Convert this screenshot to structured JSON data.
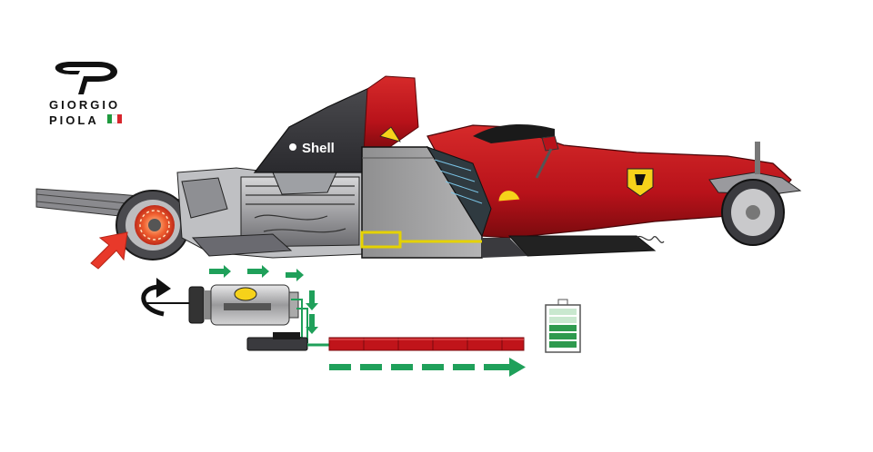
{
  "logo": {
    "line1": "GIORGIO",
    "line2": "PIOLA"
  },
  "car": {
    "sponsor": "Shell"
  },
  "colors": {
    "car_red": "#c0141a",
    "car_red_dark": "#8a0c10",
    "flow_green": "#1fa05a",
    "arrow_red": "#e8392a",
    "battery_green": "#2e9a4e",
    "battery_pale": "#c9e8cf",
    "flag_green": "#1f9a3e",
    "flag_red": "#d8262d"
  },
  "icons": {
    "rotation": "curved-arrow-icon",
    "input": "red-arrow-icon",
    "charge": "battery-icon"
  },
  "battery": {
    "segments": 5,
    "filled": 3
  }
}
